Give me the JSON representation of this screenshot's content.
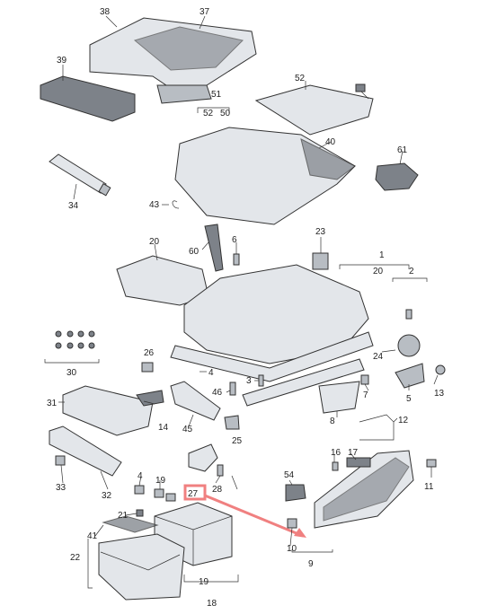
{
  "labels": {
    "l1": "1",
    "l2": "2",
    "l3": "3",
    "l4a": "4",
    "l4b": "4",
    "l5": "5",
    "l6": "6",
    "l7": "7",
    "l8": "8",
    "l9": "9",
    "l10": "10",
    "l11": "11",
    "l12": "12",
    "l13": "13",
    "l14": "14",
    "l16": "16",
    "l17": "17",
    "l18": "18",
    "l19a": "19",
    "l19b": "19",
    "l20a": "20",
    "l20b": "20",
    "l21": "21",
    "l22": "22",
    "l23": "23",
    "l24": "24",
    "l25": "25",
    "l26": "26",
    "l27": "27",
    "l28": "28",
    "l30": "30",
    "l31": "31",
    "l32": "32",
    "l33": "33",
    "l34": "34",
    "l37": "37",
    "l38": "38",
    "l39": "39",
    "l40": "40",
    "l41": "41",
    "l43": "43",
    "l45": "45",
    "l46": "46",
    "l50": "50",
    "l51": "51",
    "l52a": "52",
    "l52b": "52",
    "l54": "54",
    "l60": "60",
    "l61": "61"
  },
  "highlight_color": "#f08080"
}
